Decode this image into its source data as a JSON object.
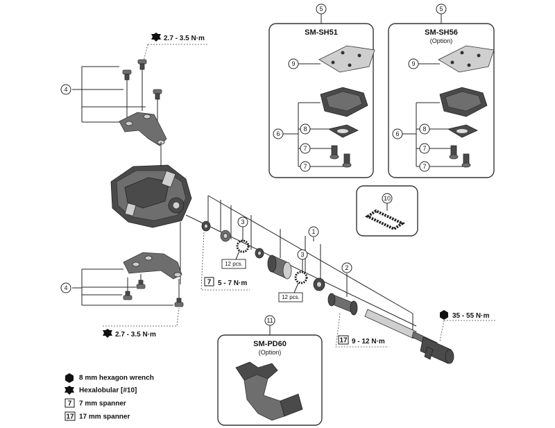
{
  "numbers": {
    "n1": "1",
    "n2": "2",
    "n3": "3",
    "n4": "4",
    "n5": "5",
    "n6": "6",
    "n7": "7",
    "n8": "8",
    "n9": "9",
    "n10": "10",
    "n11": "11"
  },
  "torques": {
    "top_axle_plate": "2.7 - 3.5 N·m",
    "bottom_axle_plate": "2.7 - 3.5 N·m",
    "locknut": "5 - 7 N·m",
    "cone": "9 - 12 N·m",
    "axle": "35 - 55 N·m"
  },
  "labels": {
    "pcs_a": "12 pcs.",
    "pcs_b": "12 pcs."
  },
  "boxes": {
    "cleat_a_title": "SM-SH51",
    "cleat_b_title": "SM-SH56",
    "cleat_b_sub": "(Option)",
    "tool_title": "SM-PD60",
    "tool_sub": "(Option)"
  },
  "tool_badges": {
    "hex8": "8",
    "hexalobular": "10",
    "spanner7": "7",
    "spanner17": "17"
  },
  "legend": [
    {
      "icon": "hex8",
      "text": "8 mm hexagon wrench"
    },
    {
      "icon": "hexalobular",
      "text": "Hexalobular [#10]"
    },
    {
      "icon": "spanner7",
      "text": "7 mm spanner"
    },
    {
      "icon": "spanner17",
      "text": "17 mm spanner"
    }
  ]
}
